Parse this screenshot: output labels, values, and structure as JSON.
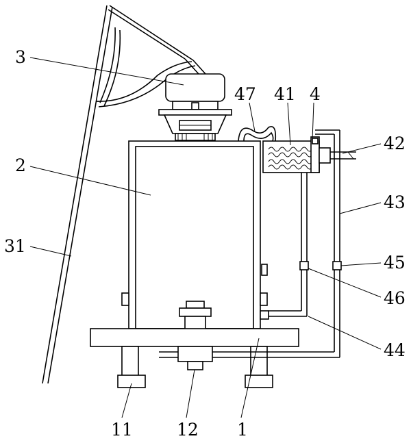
{
  "labels": {
    "l3": "3",
    "l2": "2",
    "l31": "31",
    "l47": "47",
    "l41": "41",
    "l4": "4",
    "l42": "42",
    "l43": "43",
    "l45": "45",
    "l46": "46",
    "l44": "44",
    "l11": "11",
    "l12": "12",
    "l1": "1"
  }
}
